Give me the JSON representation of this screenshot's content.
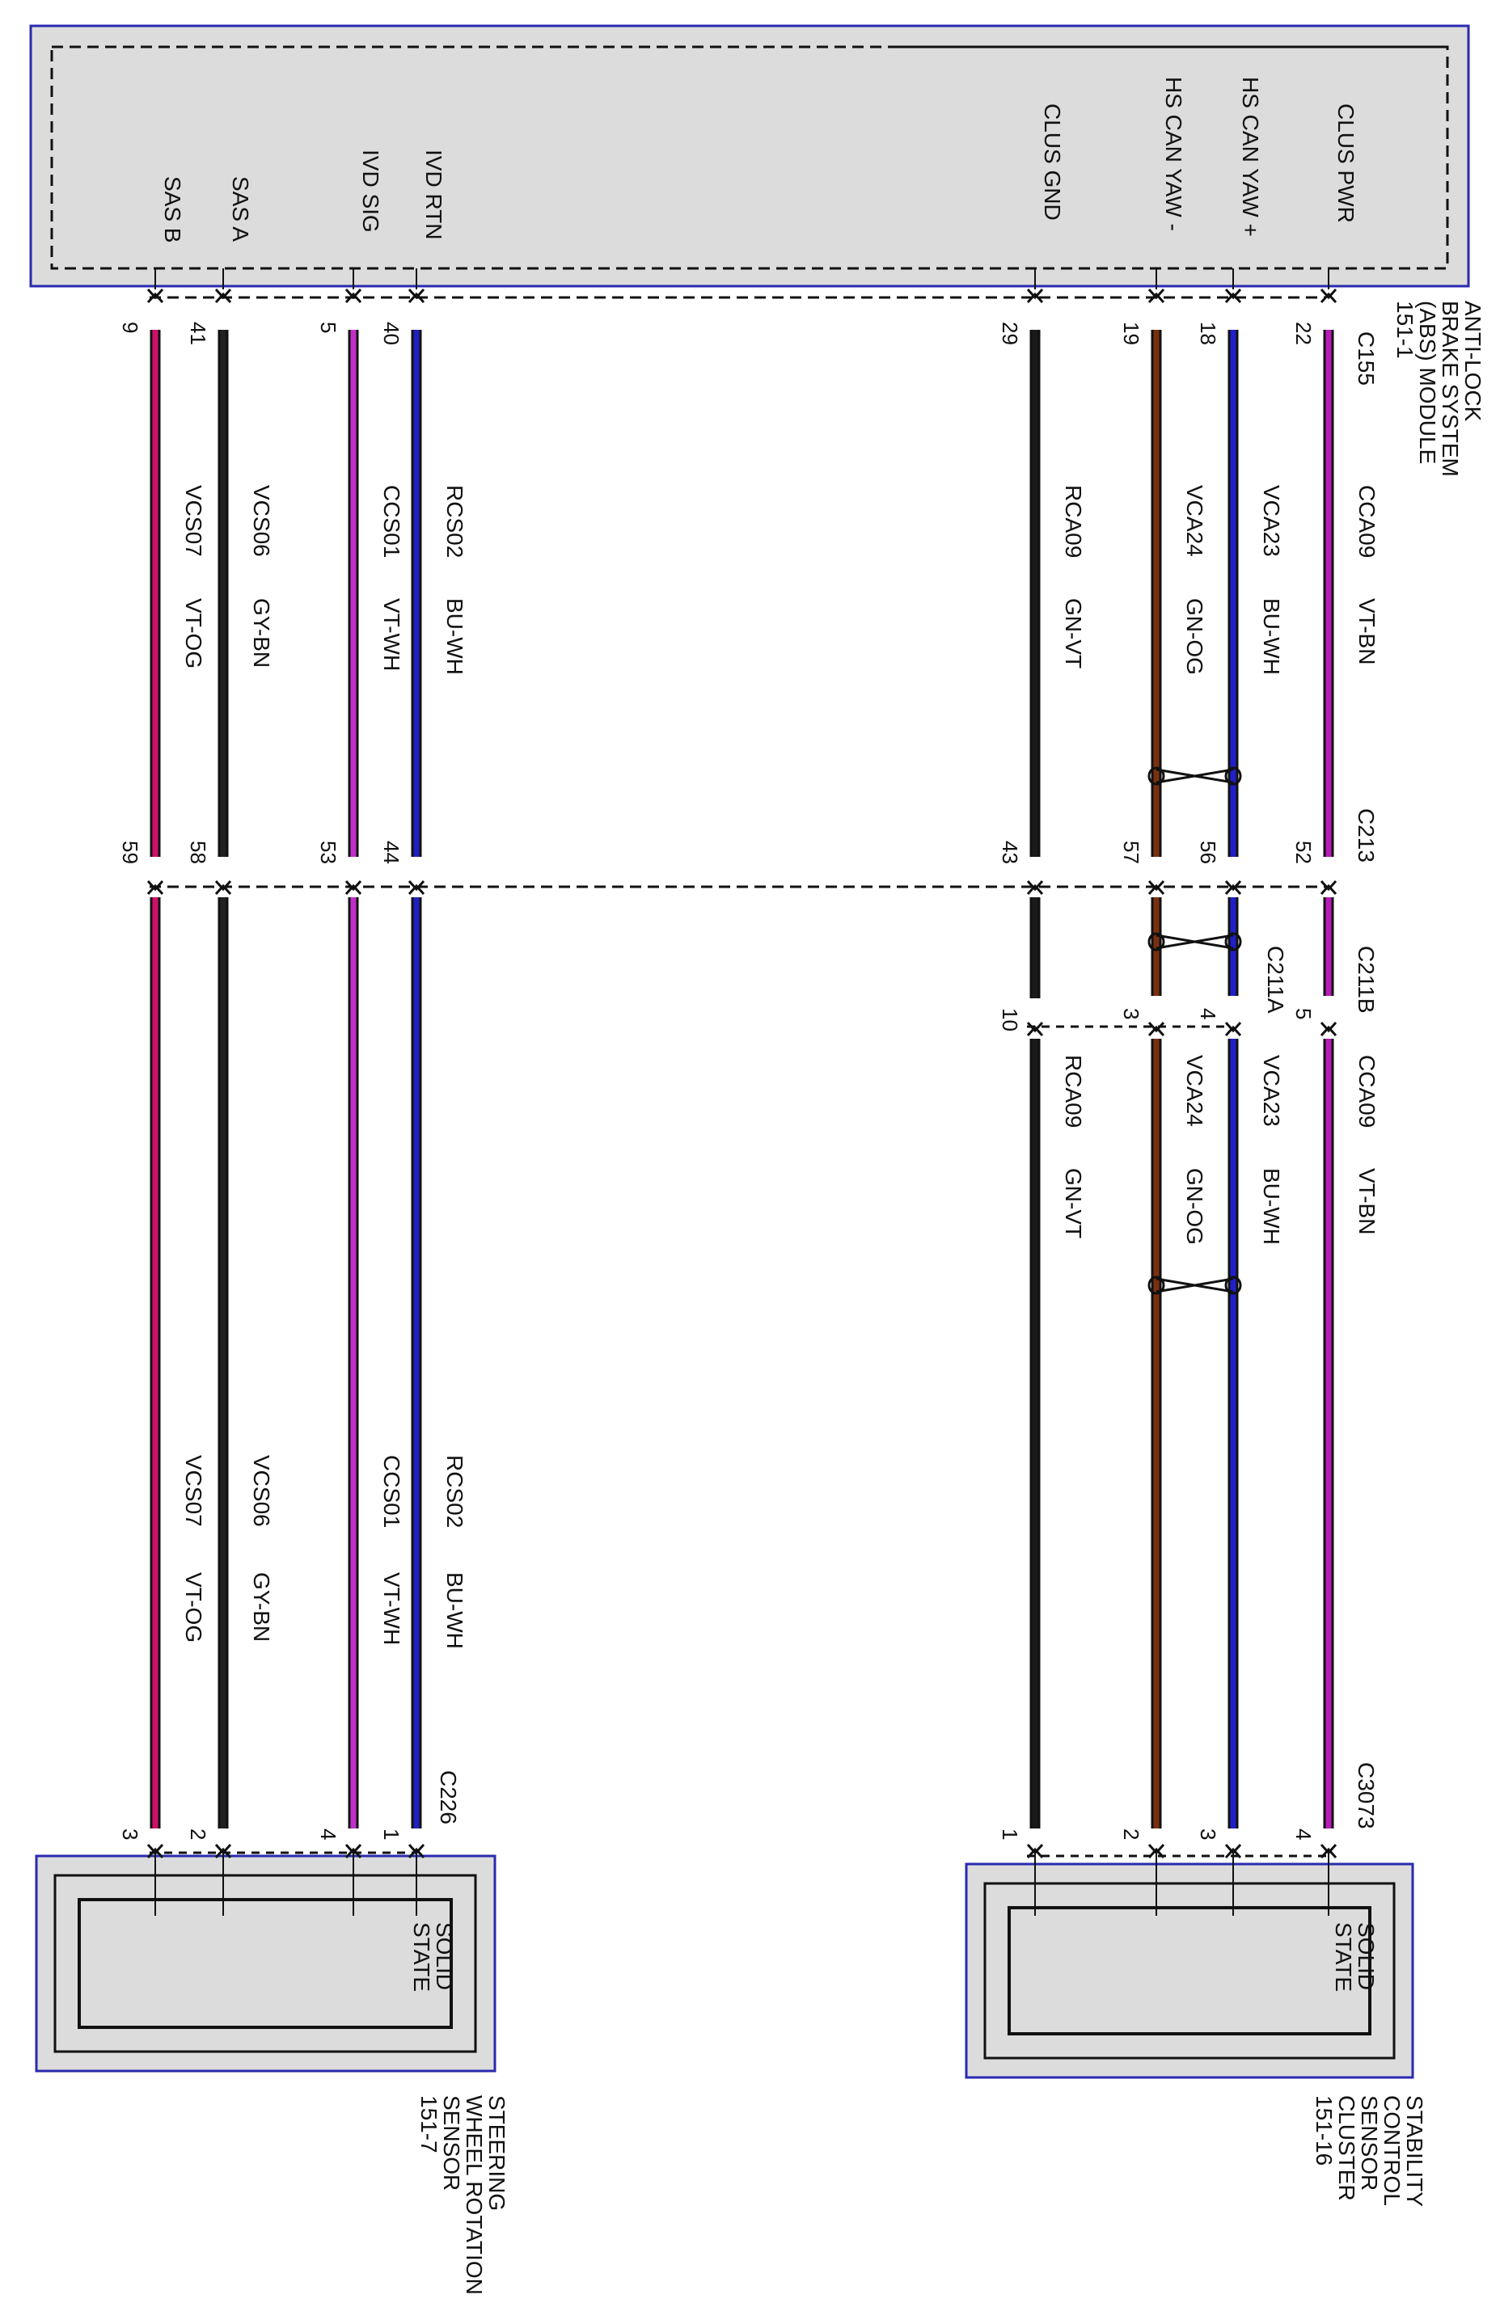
{
  "modules": {
    "abs": {
      "name": [
        "ANTI-LOCK",
        "BRAKE SYSTEM",
        "(ABS) MODULE",
        "151-1"
      ],
      "pins": [
        "SAS B",
        "SAS A",
        "IVD SIG",
        "IVD RTN",
        "CLUS GND",
        "HS CAN YAW -",
        "HS CAN YAW +",
        "CLUS PWR"
      ]
    },
    "swrs": {
      "name": [
        "STEERING",
        "WHEEL ROTATION",
        "SENSOR",
        "151-7"
      ],
      "state": [
        "SOLID",
        "STATE"
      ]
    },
    "scsc": {
      "name": [
        "STABILITY",
        "CONTROL",
        "SENSOR",
        "CLUSTER",
        "151-16"
      ],
      "state": [
        "SOLID",
        "STATE"
      ]
    }
  },
  "connectors": {
    "c155": "C155",
    "c213": "C213",
    "c211a": "C211A",
    "c211b": "C211B",
    "c226": "C226",
    "c3073": "C3073"
  },
  "wires": [
    {
      "circuit": "VCS07",
      "color_code": "VT-OG",
      "pin_abs": "9",
      "pin_c213": "59",
      "pin_end": "3",
      "stroke": "#d0106a"
    },
    {
      "circuit": "VCS06",
      "color_code": "GY-BN",
      "pin_abs": "41",
      "pin_c213": "58",
      "pin_end": "2",
      "stroke": "#222222"
    },
    {
      "circuit": "CCS01",
      "color_code": "VT-WH",
      "pin_abs": "5",
      "pin_c213": "53",
      "pin_end": "4",
      "stroke": "#c030c8"
    },
    {
      "circuit": "RCS02",
      "color_code": "BU-WH",
      "pin_abs": "40",
      "pin_c213": "44",
      "pin_end": "1",
      "stroke": "#2020c0"
    },
    {
      "circuit": "RCA09",
      "color_code": "GN-VT",
      "pin_abs": "29",
      "pin_c213": "43",
      "pin_c211": "10",
      "pin_end": "1",
      "stroke": "#1a1a1a"
    },
    {
      "circuit": "VCA24",
      "color_code": "GN-OG",
      "pin_abs": "19",
      "pin_c213": "57",
      "pin_c211": "3",
      "pin_end": "2",
      "stroke": "#7a3010"
    },
    {
      "circuit": "VCA23",
      "color_code": "BU-WH",
      "pin_abs": "18",
      "pin_c213": "56",
      "pin_c211": "4",
      "pin_end": "3",
      "stroke": "#2020c8"
    },
    {
      "circuit": "CCA09",
      "color_code": "VT-BN",
      "pin_abs": "22",
      "pin_c213": "52",
      "pin_c211": "5",
      "pin_end": "4",
      "stroke": "#b81ab8"
    }
  ]
}
